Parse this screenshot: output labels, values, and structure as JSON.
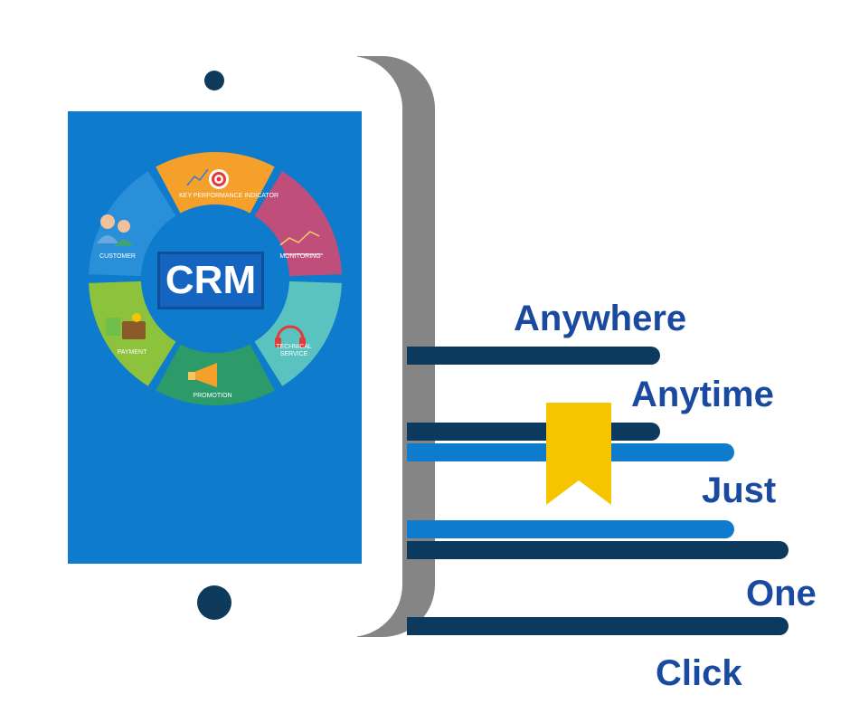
{
  "crm_label": "CRM",
  "segments": [
    {
      "id": "kpi",
      "label": "KEY PERFORMANCE INDICATOR",
      "color": "#f5a02a"
    },
    {
      "id": "monitoring",
      "label": "MONITORING",
      "color": "#c04e7a"
    },
    {
      "id": "technical",
      "label": "TECHNICAL SERVICE",
      "color": "#5ac3c0"
    },
    {
      "id": "promotion",
      "label": "PROMOTION",
      "color": "#2d9a6a"
    },
    {
      "id": "payment",
      "label": "PAYMENT",
      "color": "#8dc23c"
    },
    {
      "id": "customer",
      "label": "CUSTOMER",
      "color": "#2a8fd9"
    }
  ],
  "taglines": {
    "anywhere": "Anywhere",
    "anytime": "Anytime",
    "just": "Just",
    "one": "One",
    "click": "Click"
  },
  "colors": {
    "screen": "#0e7bcc",
    "bar_dark": "#0c3a5e",
    "bar_blue": "#0e7bcc",
    "text": "#1a4aa0",
    "ribbon": "#f7c400"
  }
}
